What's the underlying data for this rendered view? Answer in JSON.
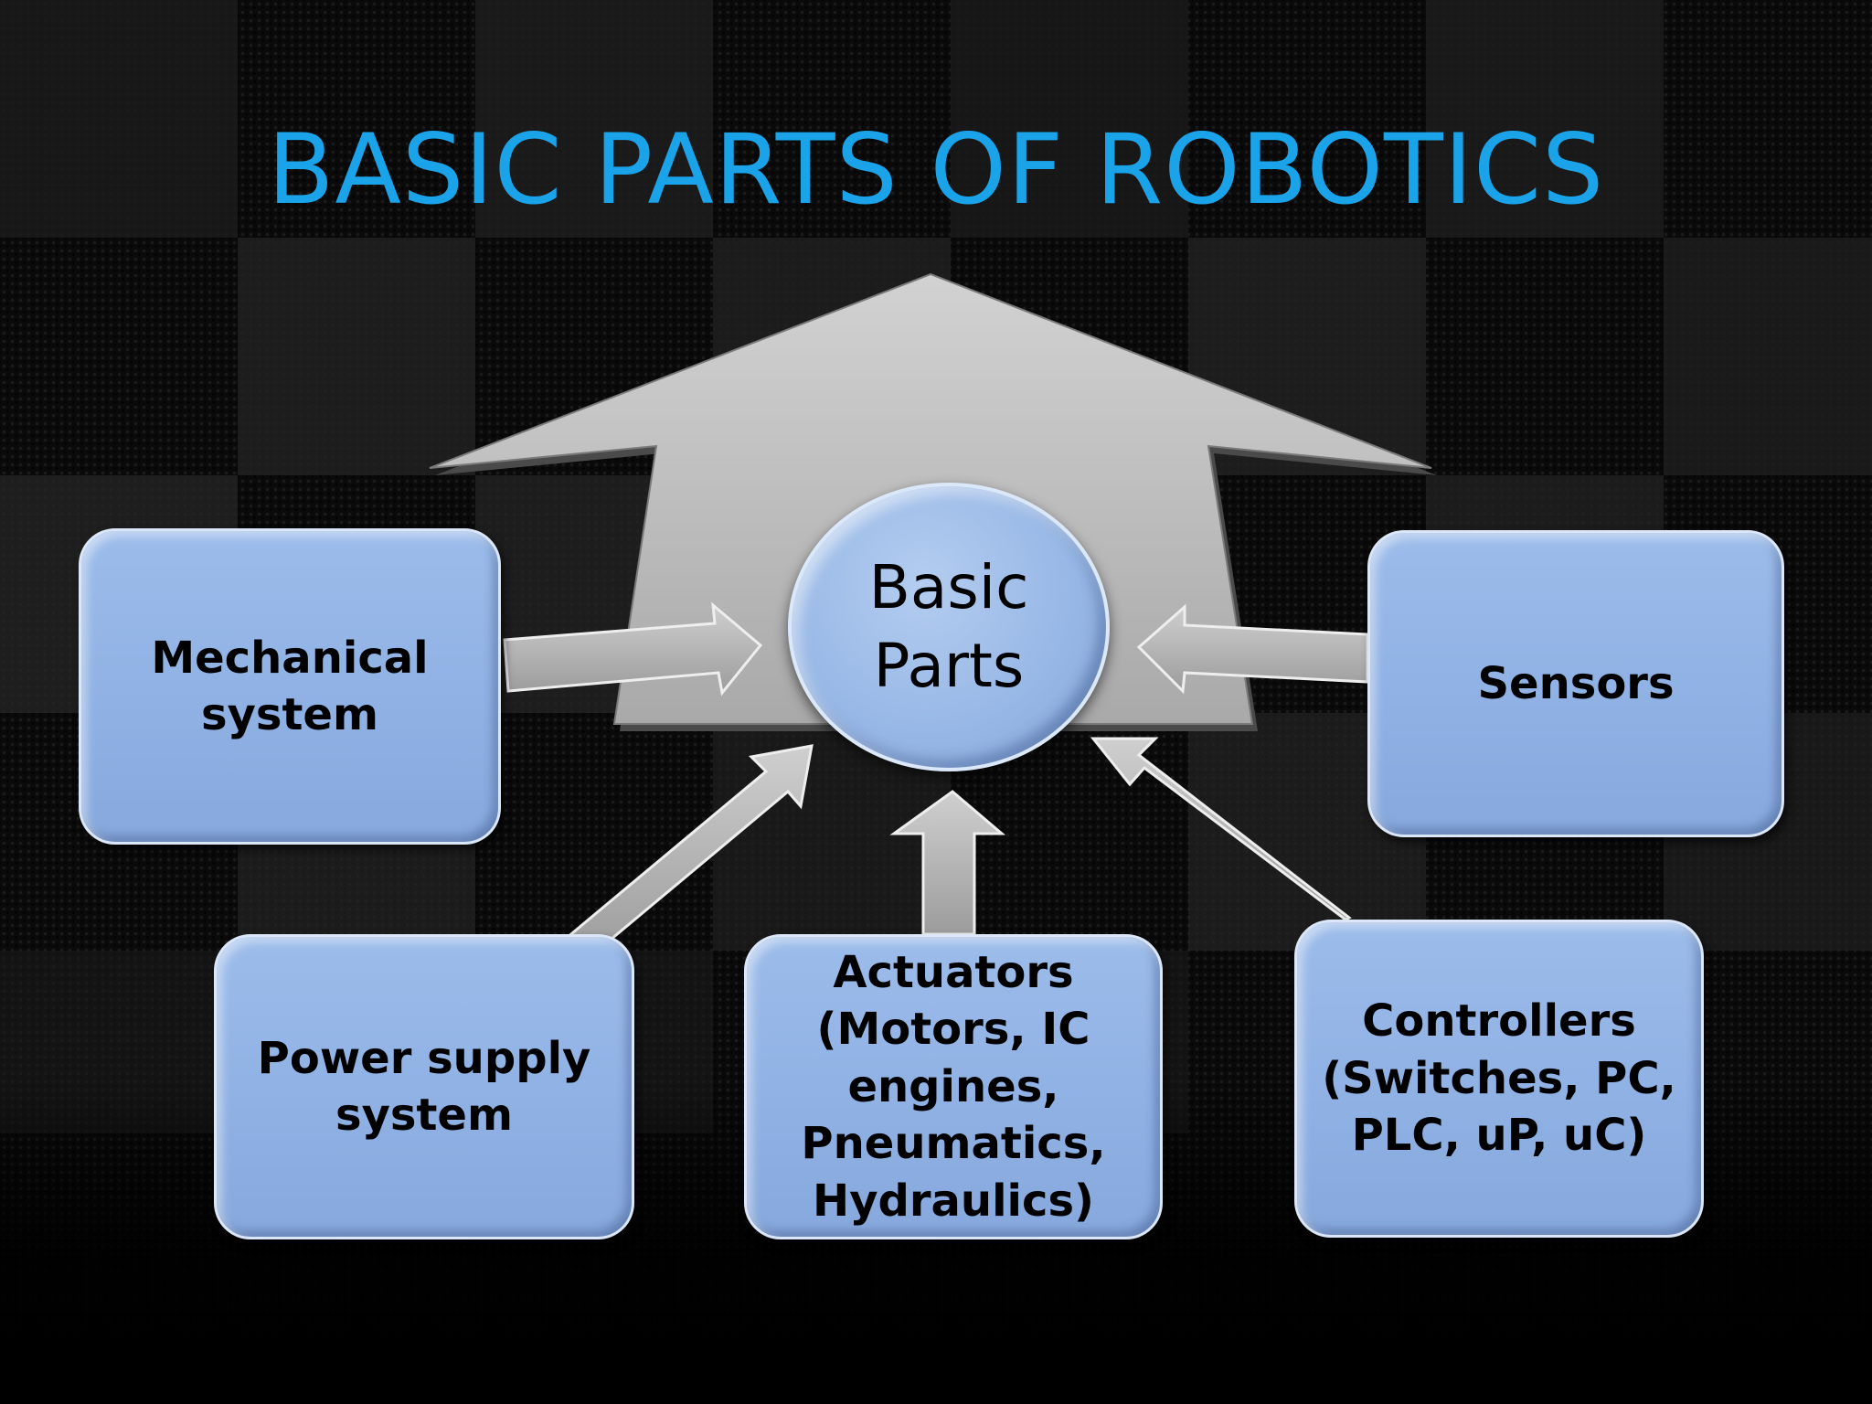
{
  "slide": {
    "title": "BASIC PARTS OF ROBOTICS"
  },
  "diagram": {
    "center": "Basic\nParts",
    "parts": {
      "mechanical": "Mechanical\nsystem",
      "sensors": "Sensors",
      "power": "Power supply\nsystem",
      "actuators": "Actuators\n(Motors, IC\nengines,\nPneumatics,\nHydraulics)",
      "controllers": "Controllers\n(Switches, PC,\nPLC, uP, uC)"
    }
  },
  "colors": {
    "title": "#1aa3e8",
    "box_fill": "#8fb1e4",
    "house_arrow": "#c2c2c2",
    "connector_arrow": "#b8b8b8",
    "background": "#0a0a0a"
  }
}
